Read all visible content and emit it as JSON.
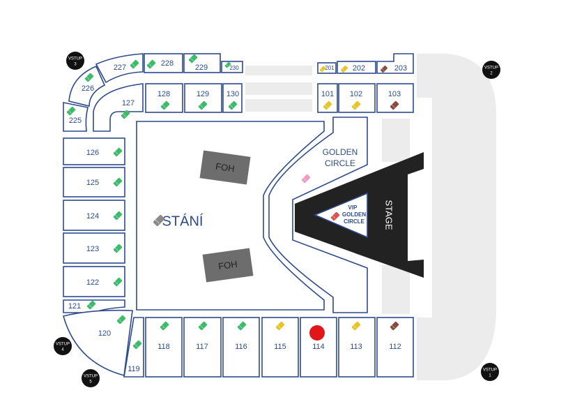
{
  "colors": {
    "outline": "#2c4a8c",
    "ticket_green": "#3dbb6b",
    "ticket_yellow": "#e6c42a",
    "ticket_brown": "#8a4a3c",
    "ticket_red": "#d9534f",
    "ticket_pink": "#f29ac0",
    "ticket_gray": "#8a8a8a",
    "stage": "#222222",
    "foh": "#6d6d6d",
    "marker": "#e0161b"
  },
  "sections": {
    "s101": "101",
    "s102": "102",
    "s103": "103",
    "s112": "112",
    "s113": "113",
    "s114": "114",
    "s115": "115",
    "s116": "116",
    "s117": "117",
    "s118": "118",
    "s119": "119",
    "s120": "120",
    "s121": "121",
    "s122": "122",
    "s123": "123",
    "s124": "124",
    "s125": "125",
    "s126": "126",
    "s127": "127",
    "s128": "128",
    "s129": "129",
    "s130": "130",
    "s201": "201",
    "s202": "202",
    "s203": "203",
    "s225": "225",
    "s226": "226",
    "s227": "227",
    "s228": "228",
    "s229": "229",
    "s230": "230"
  },
  "areas": {
    "standing": "STÁNÍ",
    "foh": "FOH",
    "golden_circle_1": "GOLDEN",
    "golden_circle_2": "CIRCLE",
    "vip_1": "VIP",
    "vip_2": "GOLDEN",
    "vip_3": "CIRCLE",
    "stage": "STAGE"
  },
  "entrances": {
    "word": "VSTUP",
    "e1": "1",
    "e2": "2",
    "e3": "3",
    "e4": "4",
    "e5": "5"
  }
}
